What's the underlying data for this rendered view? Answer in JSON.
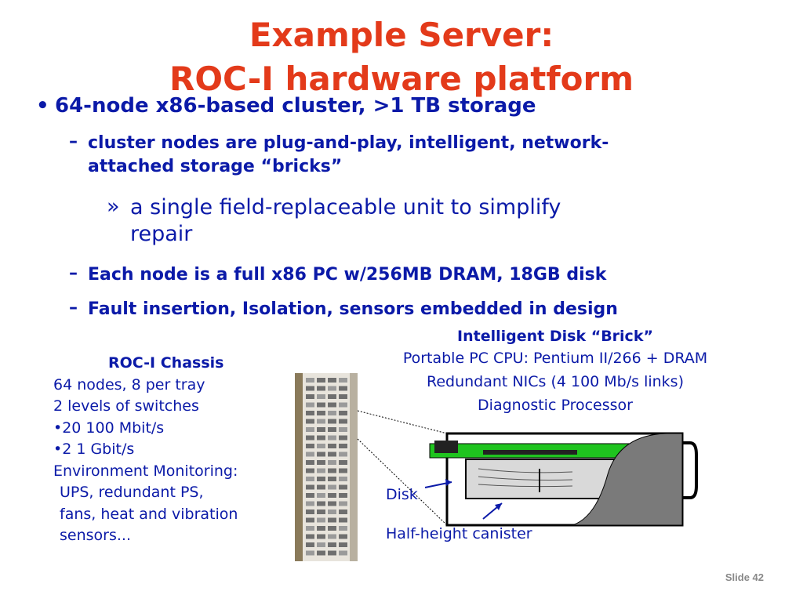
{
  "title": {
    "line1": "Example Server:",
    "line2": "ROC-I hardware platform"
  },
  "bullets": {
    "main": {
      "marker": "•",
      "text": "64-node x86-based cluster, >1 TB storage"
    },
    "sub1": {
      "marker": "–",
      "line1": "cluster nodes are plug-and-play, intelligent, network-",
      "line2": "attached storage “bricks”"
    },
    "sub1_detail": {
      "marker": "»",
      "line1": "a single field-replaceable unit to simplify",
      "line2": "repair"
    },
    "sub2": {
      "marker": "–",
      "text": "Each node is a full x86 PC w/256MB DRAM, 18GB disk"
    },
    "sub3": {
      "marker": "–",
      "text": "Fault insertion, Isolation, sensors embedded in design"
    }
  },
  "chassis": {
    "title": "ROC-I Chassis",
    "lines": [
      "64 nodes, 8 per tray",
      "2 levels of switches",
      "•20 100 Mbit/s",
      "•2 1 Gbit/s",
      "Environment Monitoring:"
    ],
    "indented": [
      "UPS, redundant PS,",
      "fans, heat and vibration",
      "sensors..."
    ]
  },
  "brick": {
    "title": "Intelligent Disk “Brick”",
    "lines": [
      "Portable PC CPU: Pentium II/266 + DRAM",
      "Redundant NICs (4 100 Mb/s links)",
      "Diagnostic Processor"
    ]
  },
  "labels": {
    "disk": "Disk",
    "canister": "Half-height canister"
  },
  "footer": {
    "slide": "Slide 42"
  },
  "colors": {
    "title": "#e33a1a",
    "body_text": "#0b1aa8",
    "canister_fill": "#7a7a7a",
    "board_green": "#1fc41f"
  }
}
